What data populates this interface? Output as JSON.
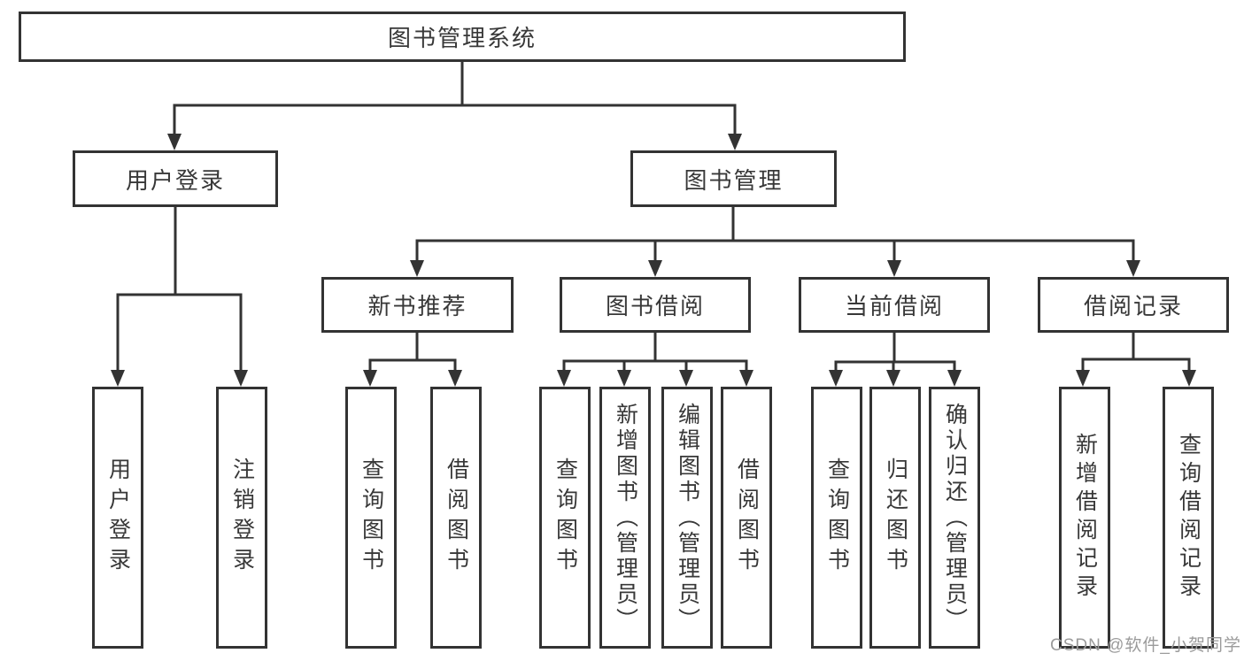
{
  "diagram": {
    "root": {
      "label": "图书管理系统"
    },
    "branches": [
      {
        "label": "用户登录",
        "children": [
          {
            "label": "用户登录"
          },
          {
            "label": "注销登录"
          }
        ]
      },
      {
        "label": "图书管理",
        "children": [
          {
            "label": "新书推荐",
            "children": [
              {
                "label": "查询图书"
              },
              {
                "label": "借阅图书"
              }
            ]
          },
          {
            "label": "图书借阅",
            "children": [
              {
                "label": "查询图书"
              },
              {
                "label": "新增图书（管理员）"
              },
              {
                "label": "编辑图书（管理员）"
              },
              {
                "label": "借阅图书"
              }
            ]
          },
          {
            "label": "当前借阅",
            "children": [
              {
                "label": "查询图书"
              },
              {
                "label": "归还图书"
              },
              {
                "label": "确认归还（管理员）"
              }
            ]
          },
          {
            "label": "借阅记录",
            "children": [
              {
                "label": "新增借阅记录"
              },
              {
                "label": "查询借阅记录"
              }
            ]
          }
        ]
      }
    ],
    "watermark": "CSDN @软件_小贺同学",
    "colors": {
      "line": "#333333",
      "box_background": "#ffffff",
      "text": "#383838",
      "watermark": "#9b9b9b",
      "background": "#ffffff"
    }
  }
}
